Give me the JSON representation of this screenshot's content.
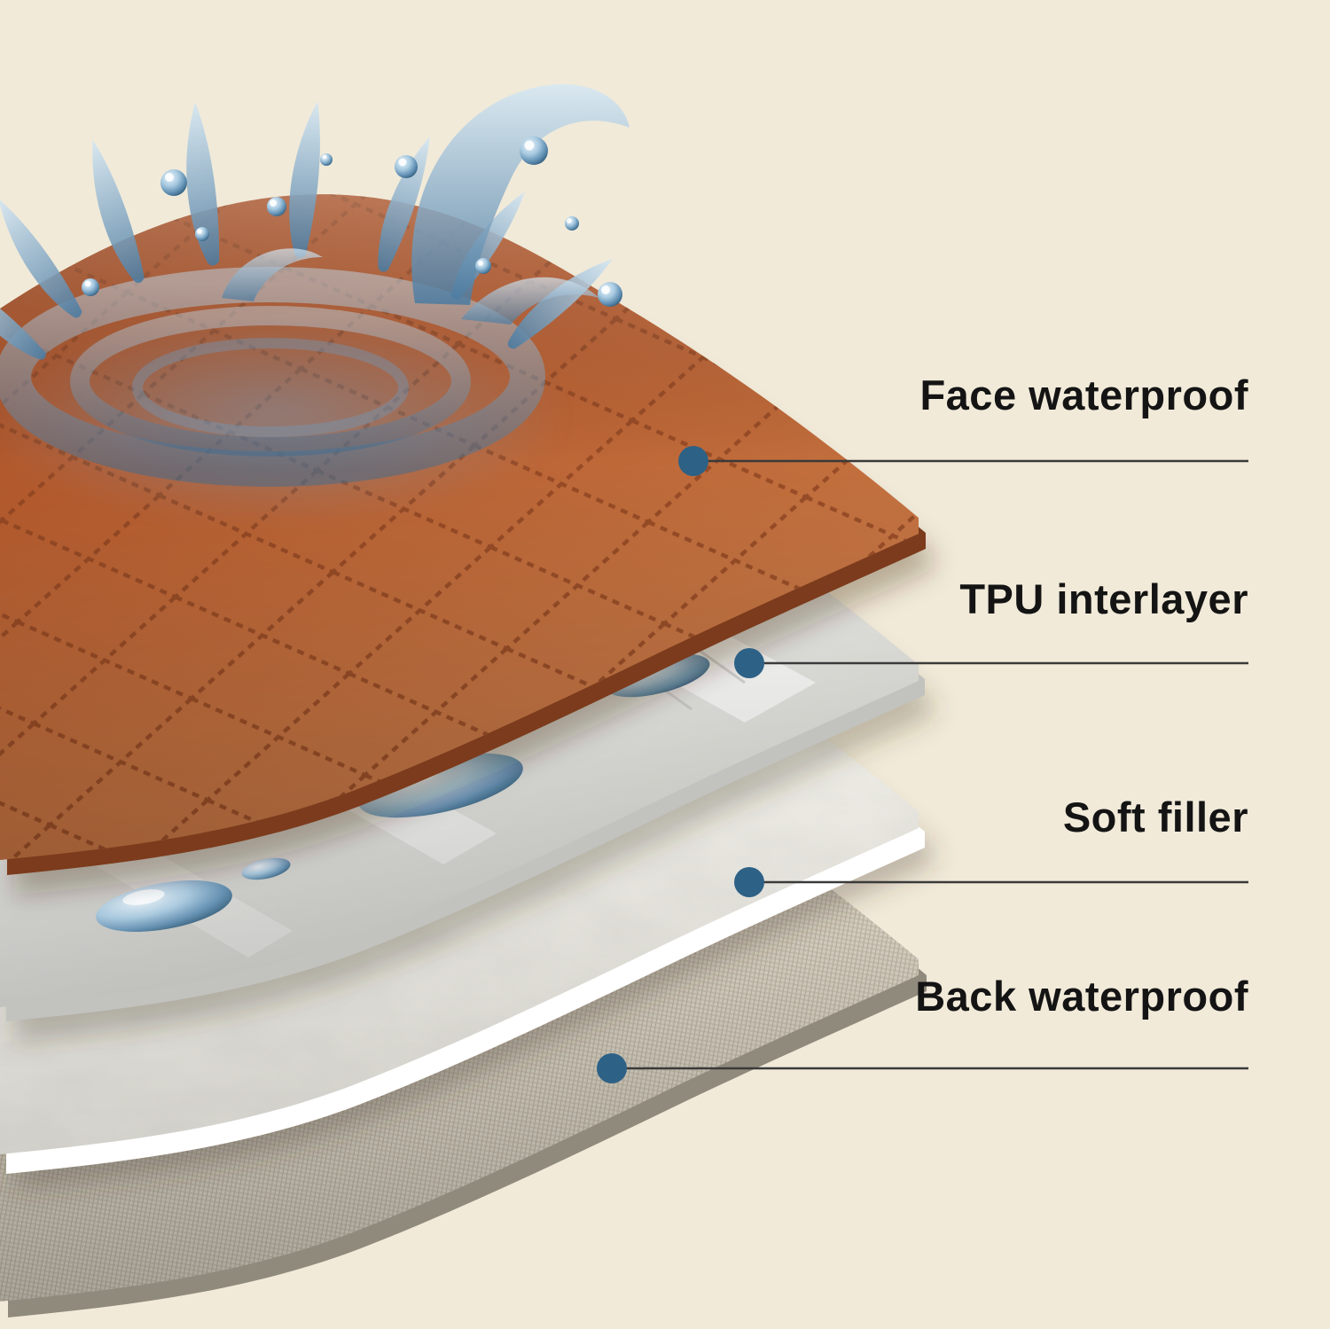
{
  "diagram": {
    "type": "product-layer-diagram",
    "background_color": "#f1ead9",
    "accent_dot_color": "#2d6186",
    "line_color": "#3a3a3a",
    "face_fabric_color": "#b65c2f",
    "water_color": "#4a7ca3",
    "layers": [
      {
        "label": "Face waterproof",
        "appearance": "orange quilted waterproof fabric with water splash"
      },
      {
        "label": "TPU interlayer",
        "appearance": "glossy white TPU film with water droplets"
      },
      {
        "label": "Soft filler",
        "appearance": "white fluffy filler padding"
      },
      {
        "label": "Back waterproof",
        "appearance": "grey woven waterproof backing"
      }
    ]
  }
}
